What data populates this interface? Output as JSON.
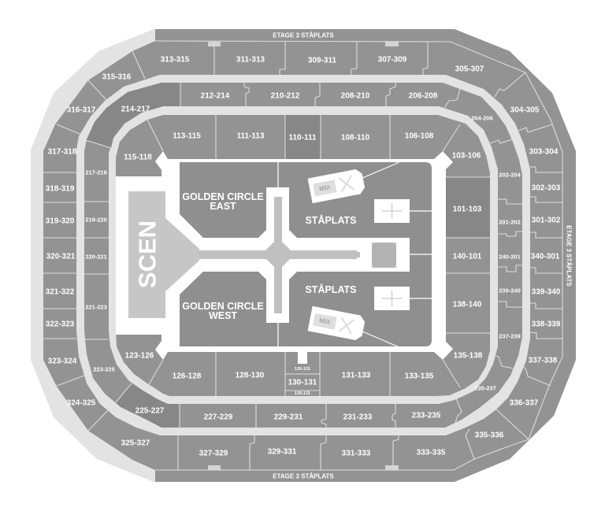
{
  "map": {
    "bands": {
      "top": "ETAGE 3 STÅPLATS",
      "right": "ETAGE 3 STÅPLATS",
      "bottom": "ETAGE 3 STÅPLATS"
    },
    "stage": "SCEN",
    "floor": {
      "gc_east": {
        "line1": "GOLDEN CIRCLE",
        "line2": "EAST"
      },
      "gc_west": {
        "line1": "GOLDEN CIRCLE",
        "line2": "WEST"
      },
      "standing_upper": "STÅPLATS",
      "standing_lower": "STÅPLATS",
      "mix_upper": "MIX",
      "mix_lower": "MIX"
    },
    "level_300": [
      "313-315",
      "311-313",
      "309-311",
      "307-309",
      "305-307",
      "304-305",
      "303-304",
      "302-303",
      "301-302",
      "340-301",
      "339-340",
      "338-339",
      "337-338",
      "336-337",
      "335-336",
      "333-335",
      "331-333",
      "329-331",
      "327-329",
      "325-327",
      "324-325",
      "323-324",
      "322-323",
      "321-322",
      "320-321",
      "319-320",
      "318-319",
      "317-318",
      "316-317",
      "315-316"
    ],
    "level_200": [
      "214-217",
      "212-214",
      "210-212",
      "208-210",
      "206-208",
      "204-206",
      "202-204",
      "201-202",
      "240-201",
      "239-240",
      "237-239",
      "235-237",
      "233-235",
      "231-233",
      "229-231",
      "227-229",
      "225-227",
      "223-225",
      "221-223",
      "220-221",
      "219-220",
      "217-219"
    ],
    "level_100": [
      "115-118",
      "113-115",
      "111-113",
      "110-111",
      "108-110",
      "106-108",
      "103-106",
      "101-103",
      "140-101",
      "138-140",
      "135-138",
      "133-135",
      "131-133",
      "130-131",
      "130-131",
      "130-131",
      "128-130",
      "126-128",
      "123-126"
    ]
  },
  "colors": {
    "section": "#939393",
    "section_dark": "#878787",
    "walkway": "#e3e3e3",
    "floor": "#8f8f8f",
    "stage": "#c6c6c6",
    "label": "#ffffff"
  }
}
